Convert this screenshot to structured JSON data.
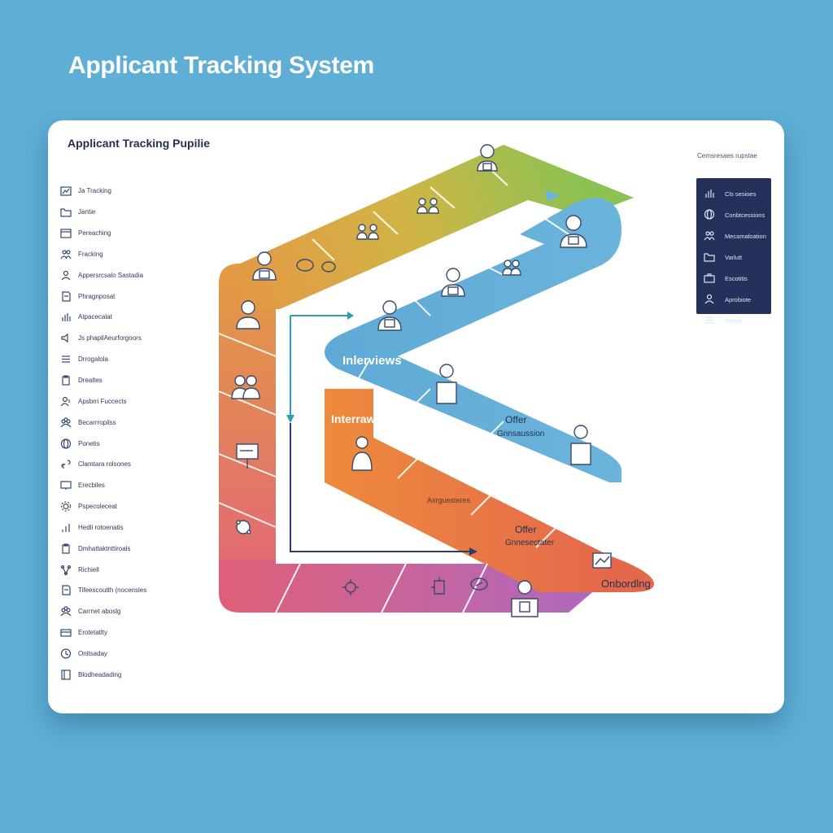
{
  "title": "Applicant Tracking System",
  "panel": {
    "title": "Applicant Tracking Pupilie",
    "legend_caption": "Cemsresaes rupstae"
  },
  "sidebar": {
    "items": [
      {
        "label": "Ja Tracking",
        "icon": "chart-icon"
      },
      {
        "label": "Jantie",
        "icon": "folder-icon"
      },
      {
        "label": "Pereaching",
        "icon": "calendar-icon"
      },
      {
        "label": "Fracking",
        "icon": "people-icon"
      },
      {
        "label": "Appersrcsalo Sastadia",
        "icon": "person-badge-icon"
      },
      {
        "label": "Phragnposat",
        "icon": "document-icon"
      },
      {
        "label": "Atpacecalat",
        "icon": "bar-chart-icon"
      },
      {
        "label": "Js phapilAeurforgoors",
        "icon": "speaker-icon"
      },
      {
        "label": "Drrogalola",
        "icon": "list-icon"
      },
      {
        "label": "Drealtes",
        "icon": "clipboard-icon"
      },
      {
        "label": "Apsbrri Fuccects",
        "icon": "user-add-icon"
      },
      {
        "label": "Becarrropilss",
        "icon": "team-icon"
      },
      {
        "label": "Ponetis",
        "icon": "globe-icon"
      },
      {
        "label": "Clamtara rolsones",
        "icon": "link-icon"
      },
      {
        "label": "Erecbiles",
        "icon": "monitor-icon"
      },
      {
        "label": "Pspecoleceat",
        "icon": "gear-icon"
      },
      {
        "label": "Hedli rotoenatis",
        "icon": "signal-icon"
      },
      {
        "label": "Dmhattaktnttiroals",
        "icon": "clipboard-icon"
      },
      {
        "label": "Richiell",
        "icon": "network-icon"
      },
      {
        "label": "Tifeescoutth (nocensles",
        "icon": "document-icon"
      },
      {
        "label": "Carrnet aboslg",
        "icon": "team-icon"
      },
      {
        "label": "Erotetatlty",
        "icon": "card-icon"
      },
      {
        "label": "Onitsaday",
        "icon": "clock-icon"
      },
      {
        "label": "Blodheadading",
        "icon": "book-icon"
      }
    ]
  },
  "legend": {
    "items": [
      {
        "label": "Cls sesioes",
        "icon": "bar-chart-icon"
      },
      {
        "label": "Conbtcessions",
        "icon": "globe-icon"
      },
      {
        "label": "Mecamaloation",
        "icon": "people-icon"
      },
      {
        "label": "Varlutt",
        "icon": "folder-icon"
      },
      {
        "label": "Escotitis",
        "icon": "briefcase-icon"
      },
      {
        "label": "Aprobiote",
        "icon": "person-badge-icon"
      },
      {
        "label": "Redits",
        "icon": "list-icon"
      }
    ]
  },
  "pipeline": {
    "labels": {
      "interviews_upper": "Inlerviews",
      "interviews_lower": "Interraws",
      "offer_upper_1": "Offer",
      "offer_upper_2": "Gnnsaussion",
      "assessments": "Asrguesteres",
      "offer_lower_1": "Offer",
      "offer_lower_2": "Gnnesectater",
      "onboarding": "Onbordlng"
    },
    "colors": {
      "ramp_start": "#8cc252",
      "ramp_mid": "#d0b545",
      "left_top": "#e39a45",
      "left_bottom": "#e2637a",
      "upper_band": "#63afd8",
      "lower_band_left": "#ec8c3f",
      "lower_band_right": "#e66e4d",
      "bottom_left": "#e05f78",
      "bottom_right": "#a96ac5",
      "arrow_blue": "#2d9fb0",
      "arrow_navy": "#2c3f6b",
      "icon_stroke": "#3a4a6b"
    }
  }
}
